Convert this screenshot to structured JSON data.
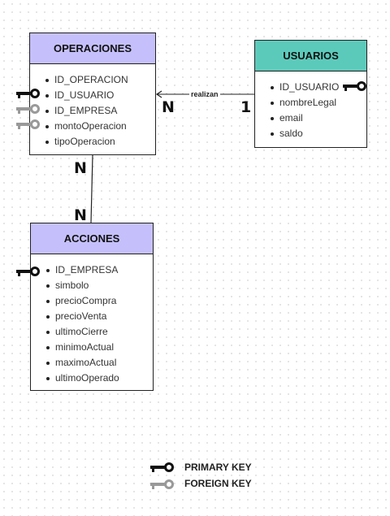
{
  "entities": {
    "operaciones": {
      "title": "OPERACIONES",
      "header_color": "#c5c0fb",
      "fields": [
        "ID_OPERACION",
        "ID_USUARIO",
        "ID_EMPRESA",
        "montoOperacion",
        "tipoOperacion"
      ]
    },
    "usuarios": {
      "title": "USUARIOS",
      "header_color": "#5ccabb",
      "fields": [
        "ID_USUARIO",
        "nombreLegal",
        "email",
        "saldo"
      ]
    },
    "acciones": {
      "title": "ACCIONES",
      "header_color": "#c5c0fb",
      "fields": [
        "ID_EMPRESA",
        "simbolo",
        "precioCompra",
        "precioVenta",
        "ultimoCierre",
        "minimoActual",
        "maximoActual",
        "ultimoOperado"
      ]
    }
  },
  "relationships": {
    "usuarios_operaciones": {
      "label": "realizan",
      "card_operaciones": "N",
      "card_usuarios": "1"
    },
    "operaciones_acciones": {
      "card_operaciones": "N",
      "card_acciones": "N"
    }
  },
  "legend": {
    "primary_key": "PRIMARY KEY",
    "foreign_key": "FOREIGN KEY"
  },
  "colors": {
    "primary_key": "#111111",
    "foreign_key": "#999999"
  }
}
